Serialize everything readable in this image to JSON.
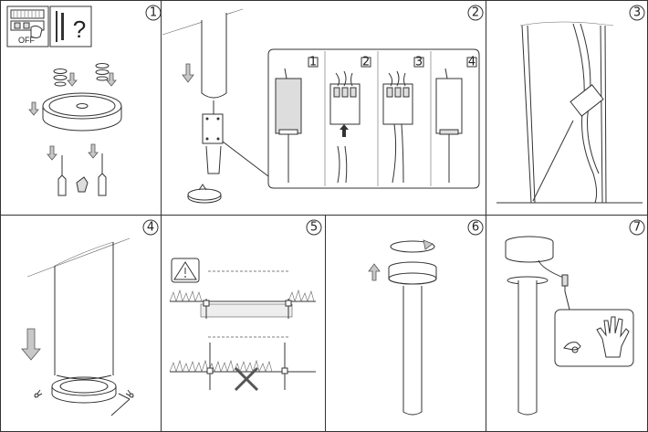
{
  "steps": [
    {
      "number": "1"
    },
    {
      "number": "2"
    },
    {
      "number": "3"
    },
    {
      "number": "4"
    },
    {
      "number": "5"
    },
    {
      "number": "6"
    },
    {
      "number": "7"
    }
  ],
  "step1": {
    "switch_label": "OFF",
    "question_mark": "?"
  },
  "step2": {
    "substeps": [
      "1",
      "2",
      "3",
      "4"
    ]
  },
  "icons": {
    "power_off": "power-switch-icon",
    "tools_question": "tools-question-icon",
    "warning": "warning-triangle-icon",
    "gloves": "glove-icon"
  }
}
